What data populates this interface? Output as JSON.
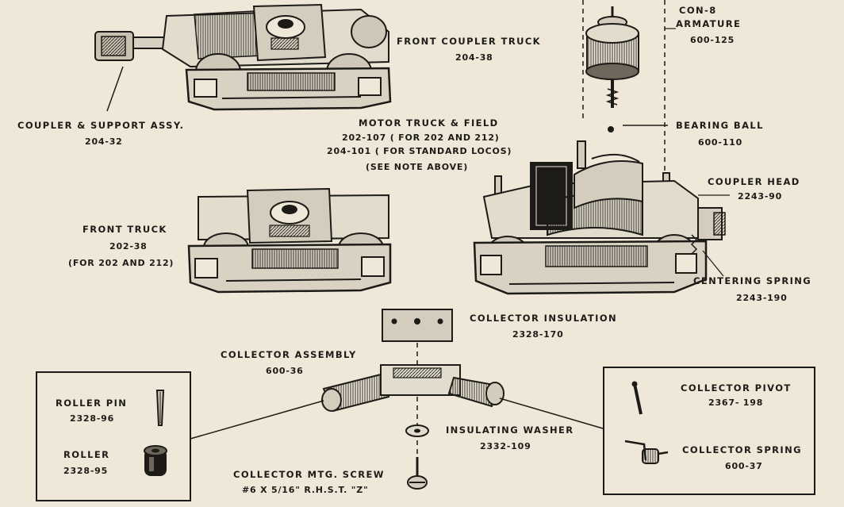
{
  "labels": {
    "front_coupler_truck": "FRONT COUPLER TRUCK",
    "front_coupler_truck_no": "204-38",
    "coupler_support": "COUPLER & SUPPORT ASSY.",
    "coupler_support_no": "204-32",
    "motor_truck": "MOTOR TRUCK & FIELD",
    "motor_truck_line1": "202-107 ( FOR 202 AND 212)",
    "motor_truck_line2": "204-101 ( FOR STANDARD LOCOS)",
    "motor_truck_note": "(SEE NOTE ABOVE)",
    "con8": "CON-8",
    "armature": "ARMATURE",
    "armature_no": "600-125",
    "bearing_ball": "BEARING BALL",
    "bearing_ball_no": "600-110",
    "coupler_head": "COUPLER HEAD",
    "coupler_head_no": "2243-90",
    "front_truck": "FRONT TRUCK",
    "front_truck_no": "202-38",
    "front_truck_note": "(FOR 202 AND 212)",
    "centering_spring": "CENTERING SPRING",
    "centering_spring_no": "2243-190",
    "collector_insulation": "COLLECTOR INSULATION",
    "collector_insulation_no": "2328-170",
    "collector_assembly": "COLLECTOR ASSEMBLY",
    "collector_assembly_no": "600-36",
    "roller_pin": "ROLLER PIN",
    "roller_pin_no": "2328-96",
    "roller": "ROLLER",
    "roller_no": "2328-95",
    "insulating_washer": "INSULATING WASHER",
    "insulating_washer_no": "2332-109",
    "collector_screw": "COLLECTOR MTG. SCREW",
    "collector_screw_spec": "#6 X 5/16\" R.H.S.T. \"Z\"",
    "collector_pivot": "COLLECTOR PIVOT",
    "collector_pivot_no": "2367- 198",
    "collector_spring": "COLLECTOR SPRING",
    "collector_spring_no": "600-37"
  },
  "colors": {
    "paper": "#efe8d8",
    "ink": "#1d1b18",
    "shade": "#6e675c"
  }
}
